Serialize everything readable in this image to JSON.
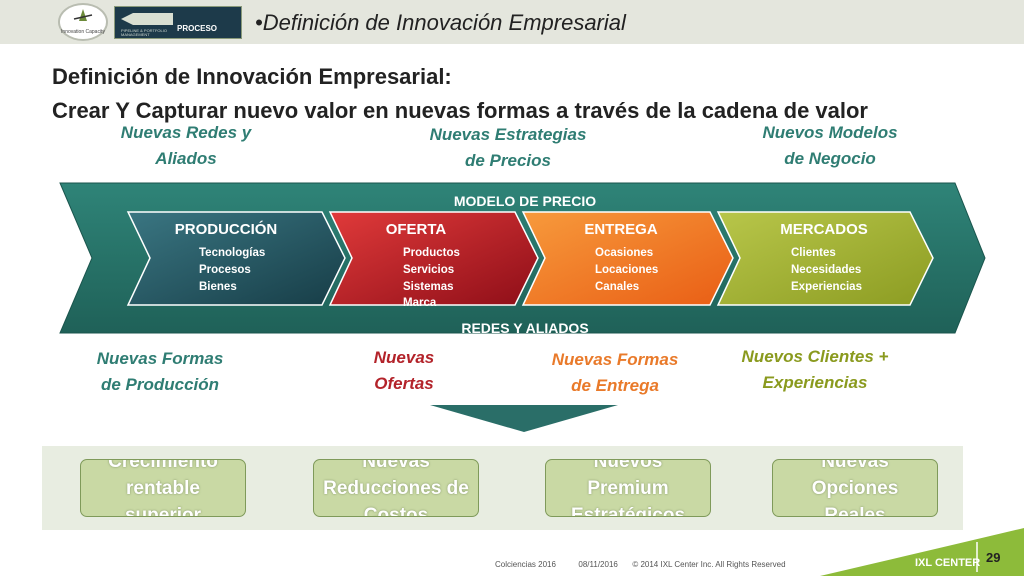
{
  "header": {
    "topic": "•Definición de Innovación Empresarial",
    "logo_text": "Innovation Capacity",
    "proceso_label": "PROCESO",
    "pipeline_text": "PIPELINE & PORTFOLIO MANAGEMENT"
  },
  "headline": {
    "line1": "Definición de Innovación Empresarial:",
    "line2": "Crear Y Capturar nuevo valor en nuevas formas a través de la cadena de valor"
  },
  "top_labels": [
    {
      "line1": "Nuevas Redes y",
      "line2": "Aliados"
    },
    {
      "line1": "Nuevas Estrategias",
      "line2": "de Precios"
    },
    {
      "line1": "Nuevos Modelos",
      "line2": "de Negocio"
    }
  ],
  "band": {
    "top_label": "MODELO DE PRECIO",
    "bottom_label": "REDES Y ALIADOS"
  },
  "stages": [
    {
      "title": "PRODUCCIÓN",
      "items": [
        "Tecnologías",
        "Procesos",
        "Bienes"
      ],
      "color": "#1f4d5a"
    },
    {
      "title": "OFERTA",
      "items": [
        "Productos",
        "Servicios",
        "Sistemas",
        "Marca"
      ],
      "color": "#b3121f"
    },
    {
      "title": "ENTREGA",
      "items": [
        "Ocasiones",
        "Locaciones",
        "Canales"
      ],
      "color": "#ef6f1e"
    },
    {
      "title": "MERCADOS",
      "items": [
        "Clientes",
        "Necesidades",
        "Experiencias"
      ],
      "color": "#9fb02f"
    }
  ],
  "bottom_labels": [
    {
      "line1": "Nuevas Formas",
      "line2": "de Producción"
    },
    {
      "line1": "Nuevas",
      "line2": "Ofertas"
    },
    {
      "line1": "Nuevas Formas",
      "line2": "de Entrega"
    },
    {
      "line1": "Nuevos Clientes +",
      "line2": "Experiencias"
    }
  ],
  "results": [
    "Crecimiento\nrentable\nsuperior",
    "Nuevas\nReducciones de\nCostos",
    "Nuevos\nPremium\nEstratégicos",
    "Nuevas\nOpciones\nReales"
  ],
  "footer": {
    "source": "Colciencias 2016",
    "date": "08/11/2016",
    "copyright": "© 2014 IXL Center Inc. All Rights Reserved",
    "brand": "IXL CENTER",
    "page": "29"
  },
  "colors": {
    "band": "#2a7a70",
    "band_dark": "#1e5f57",
    "teal_text": "#2f7d73",
    "red_text": "#b3232a",
    "orange_text": "#e97a2a",
    "olive_text": "#8a9a1e",
    "result_fill": "#c9d9a4",
    "footer_green": "#8dbb3a"
  }
}
